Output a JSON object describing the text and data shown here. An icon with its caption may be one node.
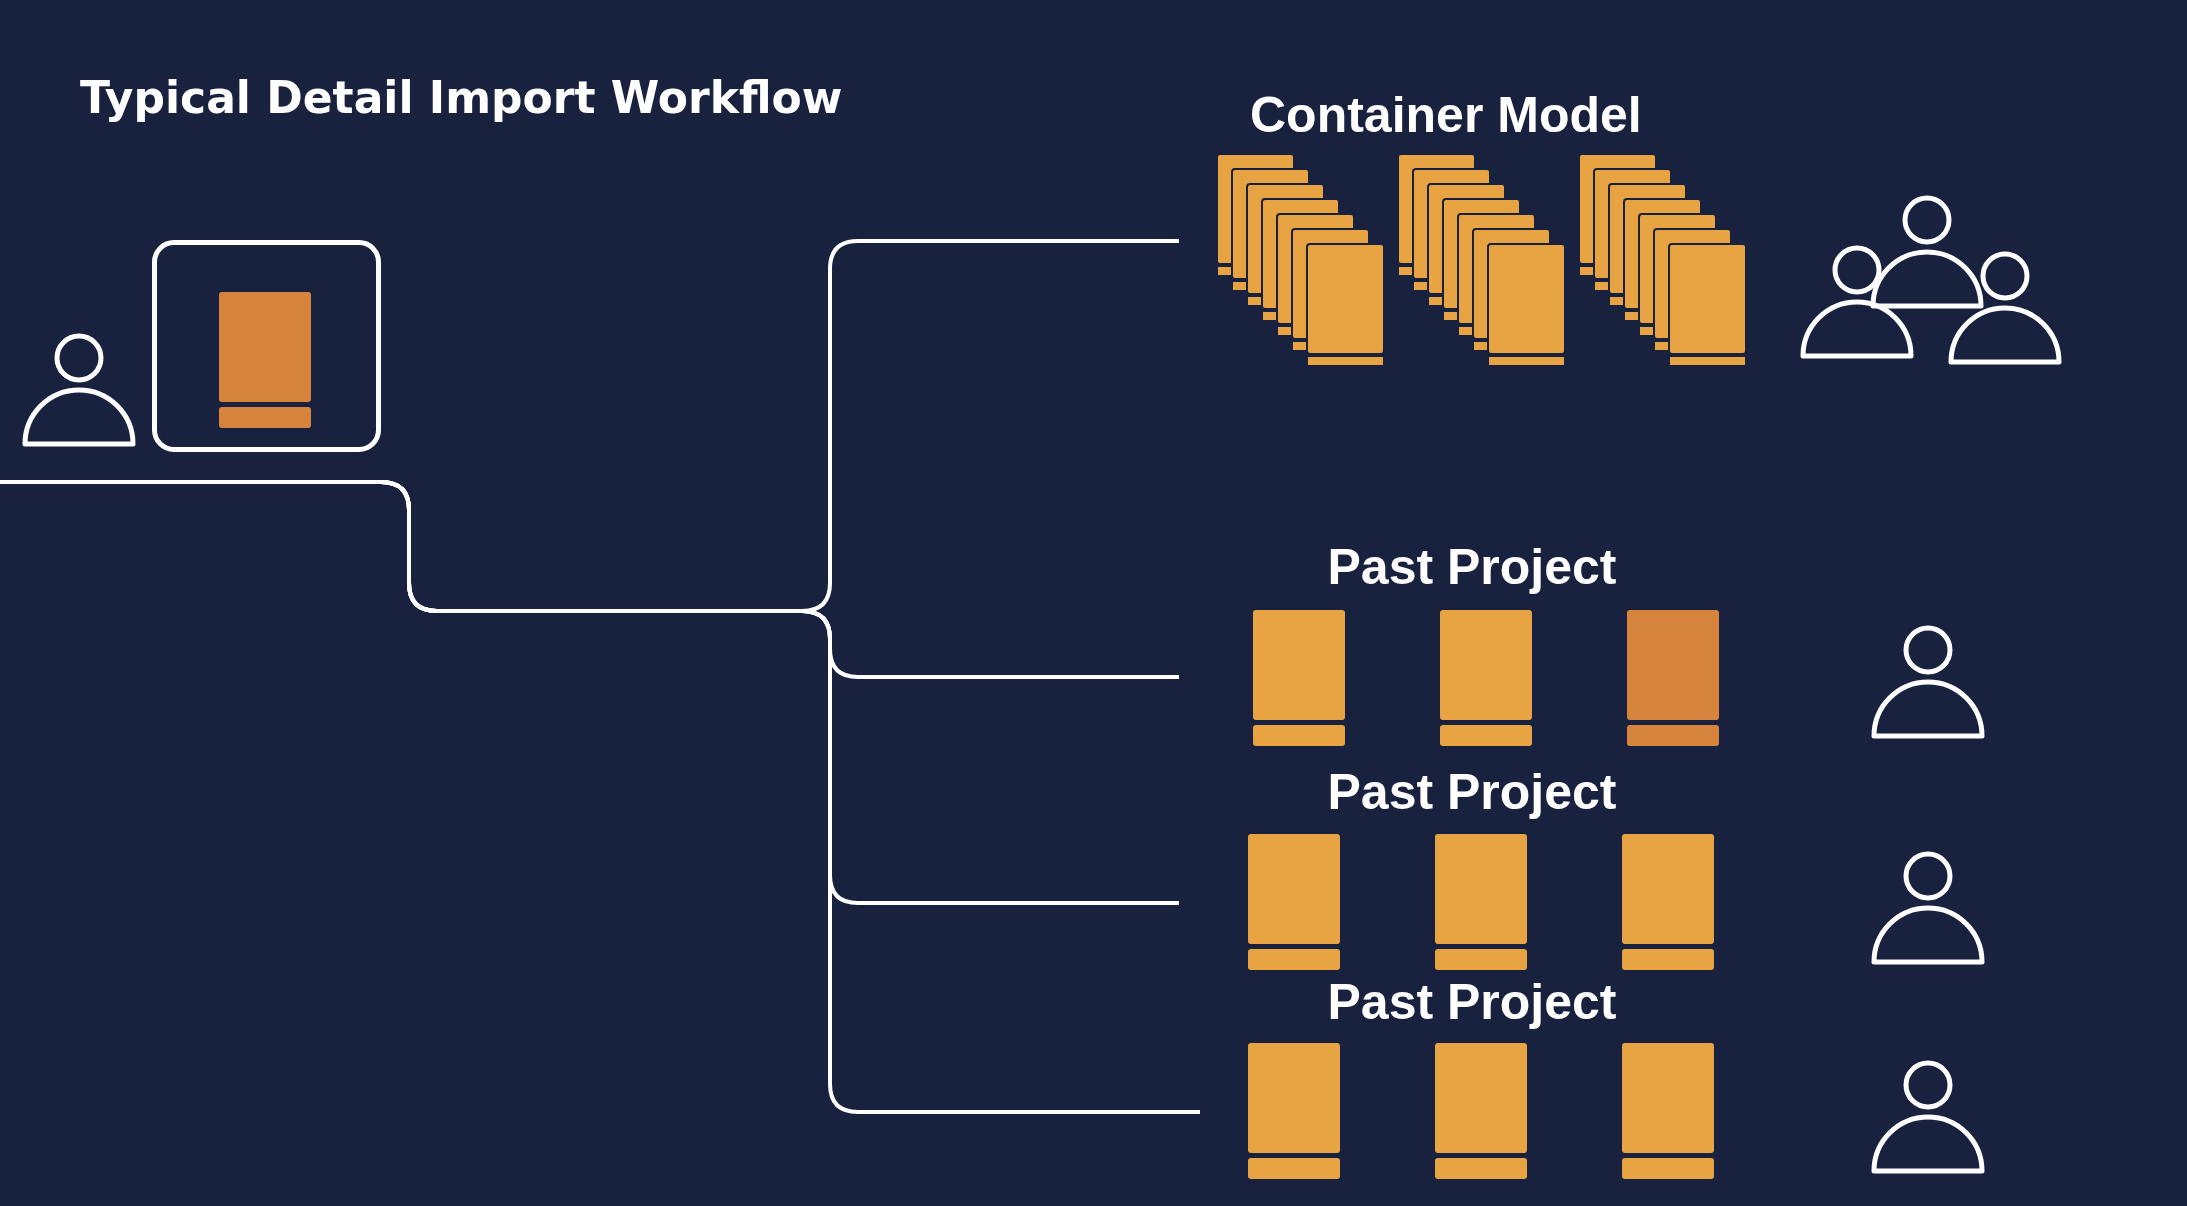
{
  "diagram": {
    "title": "Typical Detail Import Workflow",
    "nodes": [
      {
        "text": [
          "Container Model"
        ]
      },
      {
        "text": [
          "Past Project"
        ]
      },
      {
        "text": [
          "Past Project"
        ]
      },
      {
        "text": [
          "Past Project"
        ]
      }
    ],
    "edges": [
      {
        "from": null,
        "to": 0,
        "arrow": "none"
      },
      {
        "from": null,
        "to": 1,
        "arrow": "none"
      },
      {
        "from": null,
        "to": 2,
        "arrow": "none"
      },
      {
        "from": null,
        "to": 3,
        "arrow": "none"
      }
    ]
  }
}
